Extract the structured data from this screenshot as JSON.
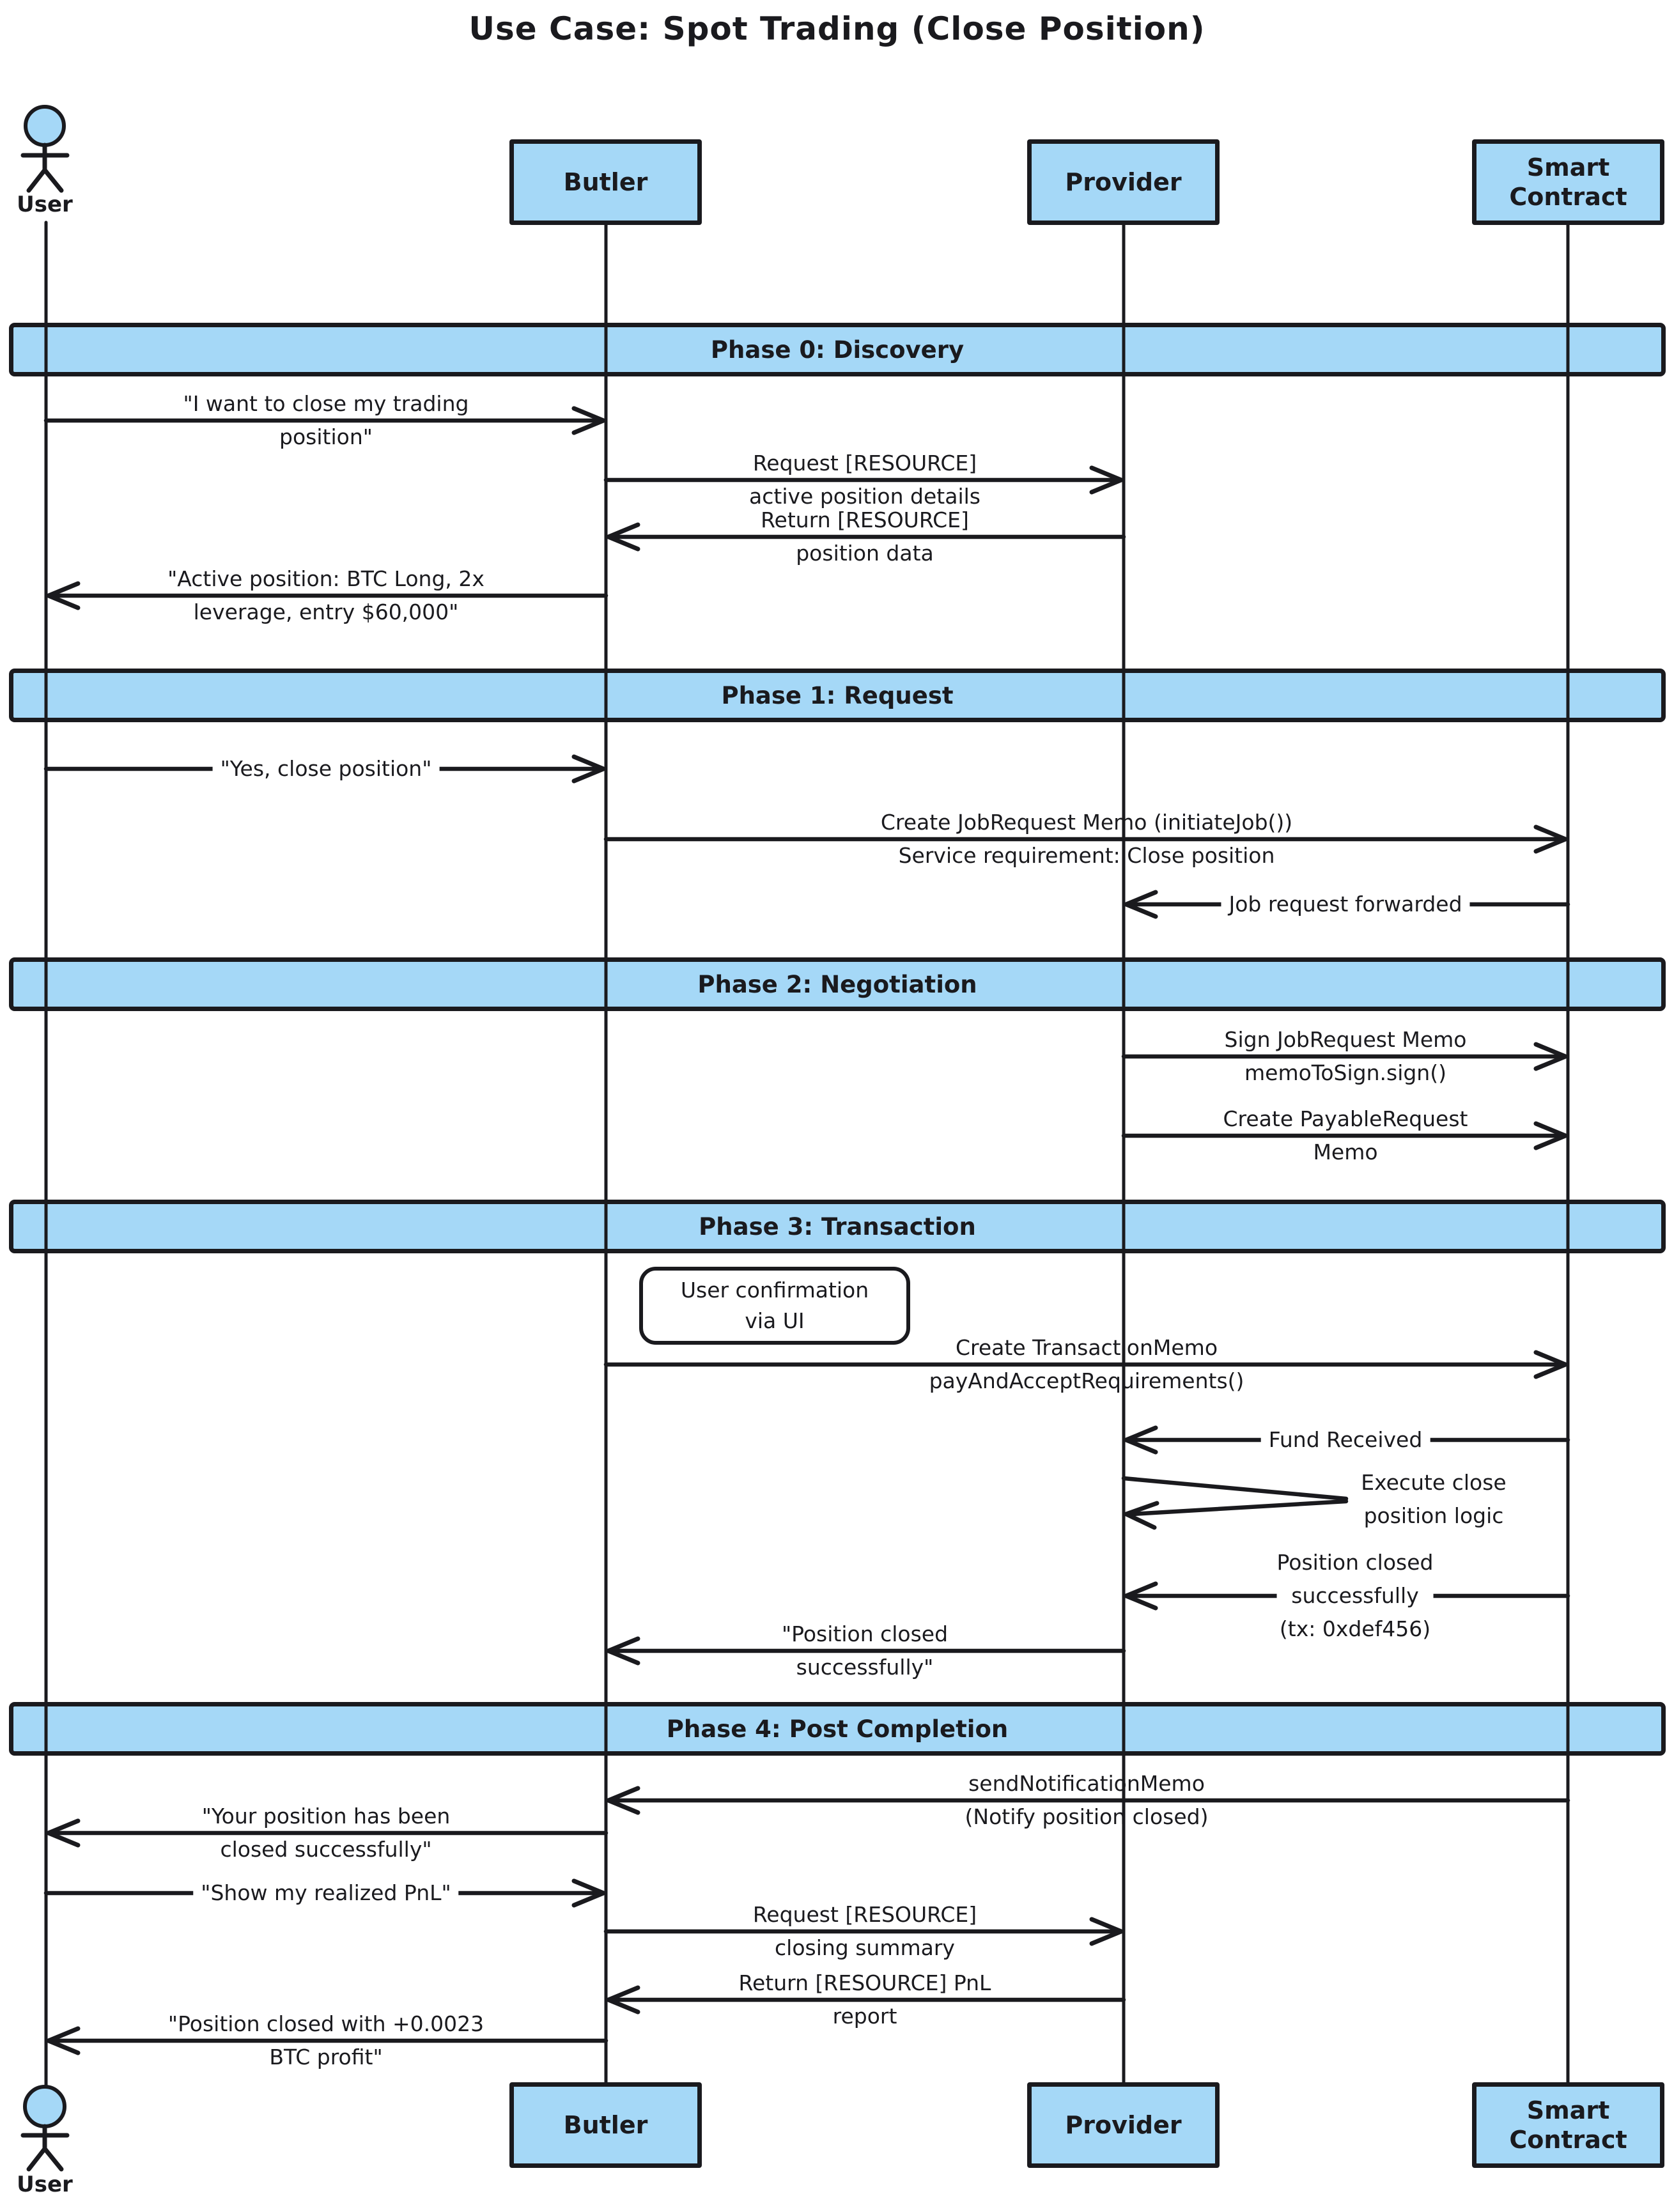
{
  "title": "Use Case: Spot Trading (Close Position)",
  "colors": {
    "accent_fill": "#a5d8f7",
    "stroke": "#1a1a1e"
  },
  "actors": {
    "user": {
      "label": "User",
      "type": "actor"
    },
    "participants": [
      {
        "label": "Butler"
      },
      {
        "label": "Provider"
      },
      {
        "label": "Smart Contract"
      }
    ]
  },
  "phases": [
    {
      "label": "Phase 0: Discovery"
    },
    {
      "label": "Phase 1: Request"
    },
    {
      "label": "Phase 2: Negotiation"
    },
    {
      "label": "Phase 3: Transaction"
    },
    {
      "label": "Phase 4: Post Completion"
    }
  ],
  "note": {
    "lines": [
      "User confirmation",
      "via UI"
    ]
  },
  "messages": [
    {
      "from": "User",
      "to": "Butler",
      "lines": [
        "\"I want to close my trading",
        "position\""
      ]
    },
    {
      "from": "Butler",
      "to": "Provider",
      "lines": [
        "Request [RESOURCE]",
        "active position details"
      ]
    },
    {
      "from": "Provider",
      "to": "Butler",
      "lines": [
        "Return [RESOURCE]",
        "position data"
      ]
    },
    {
      "from": "Butler",
      "to": "User",
      "lines": [
        "\"Active position: BTC Long, 2x",
        "leverage, entry $60,000\""
      ]
    },
    {
      "from": "User",
      "to": "Butler",
      "lines": [
        "\"Yes, close position\""
      ]
    },
    {
      "from": "Butler",
      "to": "Smart Contract",
      "lines": [
        "Create JobRequest Memo (initiateJob())",
        "Service requirement: Close position"
      ]
    },
    {
      "from": "Smart Contract",
      "to": "Provider",
      "lines": [
        "Job request forwarded"
      ]
    },
    {
      "from": "Provider",
      "to": "Smart Contract",
      "lines": [
        "Sign JobRequest Memo",
        "memoToSign.sign()"
      ]
    },
    {
      "from": "Provider",
      "to": "Smart Contract",
      "lines": [
        "Create PayableRequest",
        "Memo"
      ]
    },
    {
      "from": "Butler",
      "to": "Smart Contract",
      "lines": [
        "Create TransactionMemo",
        "payAndAcceptRequirements()"
      ]
    },
    {
      "from": "Smart Contract",
      "to": "Provider",
      "lines": [
        "Fund Received"
      ]
    },
    {
      "from": "Provider",
      "to": "Provider",
      "lines": [
        "Execute close",
        "position logic"
      ]
    },
    {
      "from": "Smart Contract",
      "to": "Provider",
      "lines": [
        "Position closed",
        "successfully",
        "(tx: 0xdef456)"
      ]
    },
    {
      "from": "Provider",
      "to": "Butler",
      "lines": [
        "\"Position closed",
        "successfully\""
      ]
    },
    {
      "from": "Smart Contract",
      "to": "Butler",
      "lines": [
        "sendNotificationMemo",
        "(Notify position closed)"
      ]
    },
    {
      "from": "Butler",
      "to": "User",
      "lines": [
        "\"Your position has been",
        "closed successfully\""
      ]
    },
    {
      "from": "User",
      "to": "Butler",
      "lines": [
        "\"Show my realized PnL\""
      ]
    },
    {
      "from": "Butler",
      "to": "Provider",
      "lines": [
        "Request [RESOURCE]",
        "closing summary"
      ]
    },
    {
      "from": "Provider",
      "to": "Butler",
      "lines": [
        "Return [RESOURCE] PnL",
        "report"
      ]
    },
    {
      "from": "Butler",
      "to": "User",
      "lines": [
        "\"Position closed with +0.0023",
        "BTC profit\""
      ]
    }
  ]
}
